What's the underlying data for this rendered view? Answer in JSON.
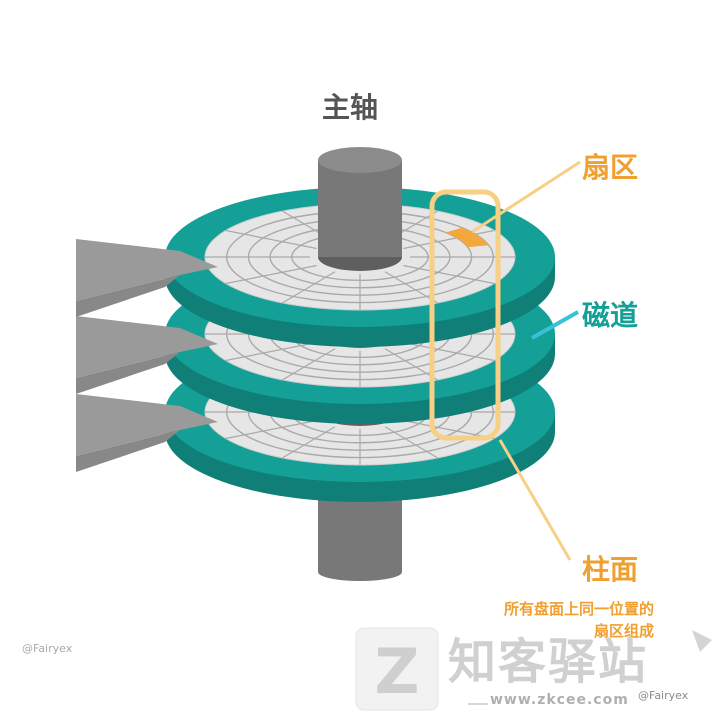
{
  "labels": {
    "spindle": "主轴",
    "sector": "扇区",
    "track": "磁道",
    "cylinder": "柱面",
    "cylinder_note": "所有盘面上同一位置的扇区组成"
  },
  "credits": {
    "author_left": "@Fairyex",
    "author_right": "@Fairyex"
  },
  "watermark": {
    "text": "知客驿站",
    "url": "www.zkcee.com",
    "logo_letter": "Z"
  },
  "colors": {
    "platter_rim": "#14a096",
    "platter_surface": "#e6e6e6",
    "track_lines": "#a9a9a9",
    "spindle": "#787878",
    "arm": "#9a9a9a",
    "sector_highlight": "#f4a83c",
    "cylinder_frame": "#f7cf85",
    "sector_label": "#f0a030",
    "track_label": "#14a096",
    "cylinder_label": "#f0a030",
    "note": "#f0a030",
    "watermark": "#d0d0d0"
  }
}
